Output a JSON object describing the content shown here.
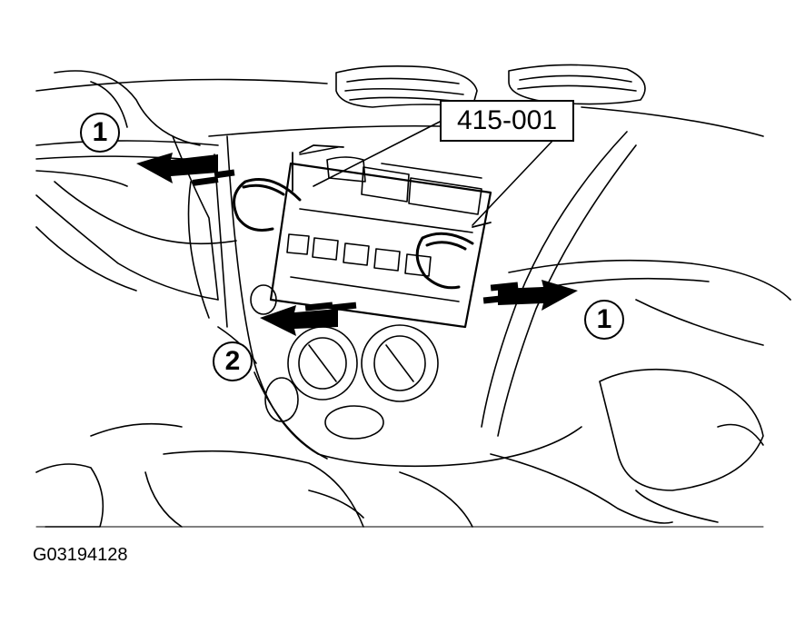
{
  "tool_callout": "415-001",
  "callouts": {
    "step_1_left": "1",
    "step_1_right": "1",
    "step_2": "2"
  },
  "figure_id": "G03194128"
}
